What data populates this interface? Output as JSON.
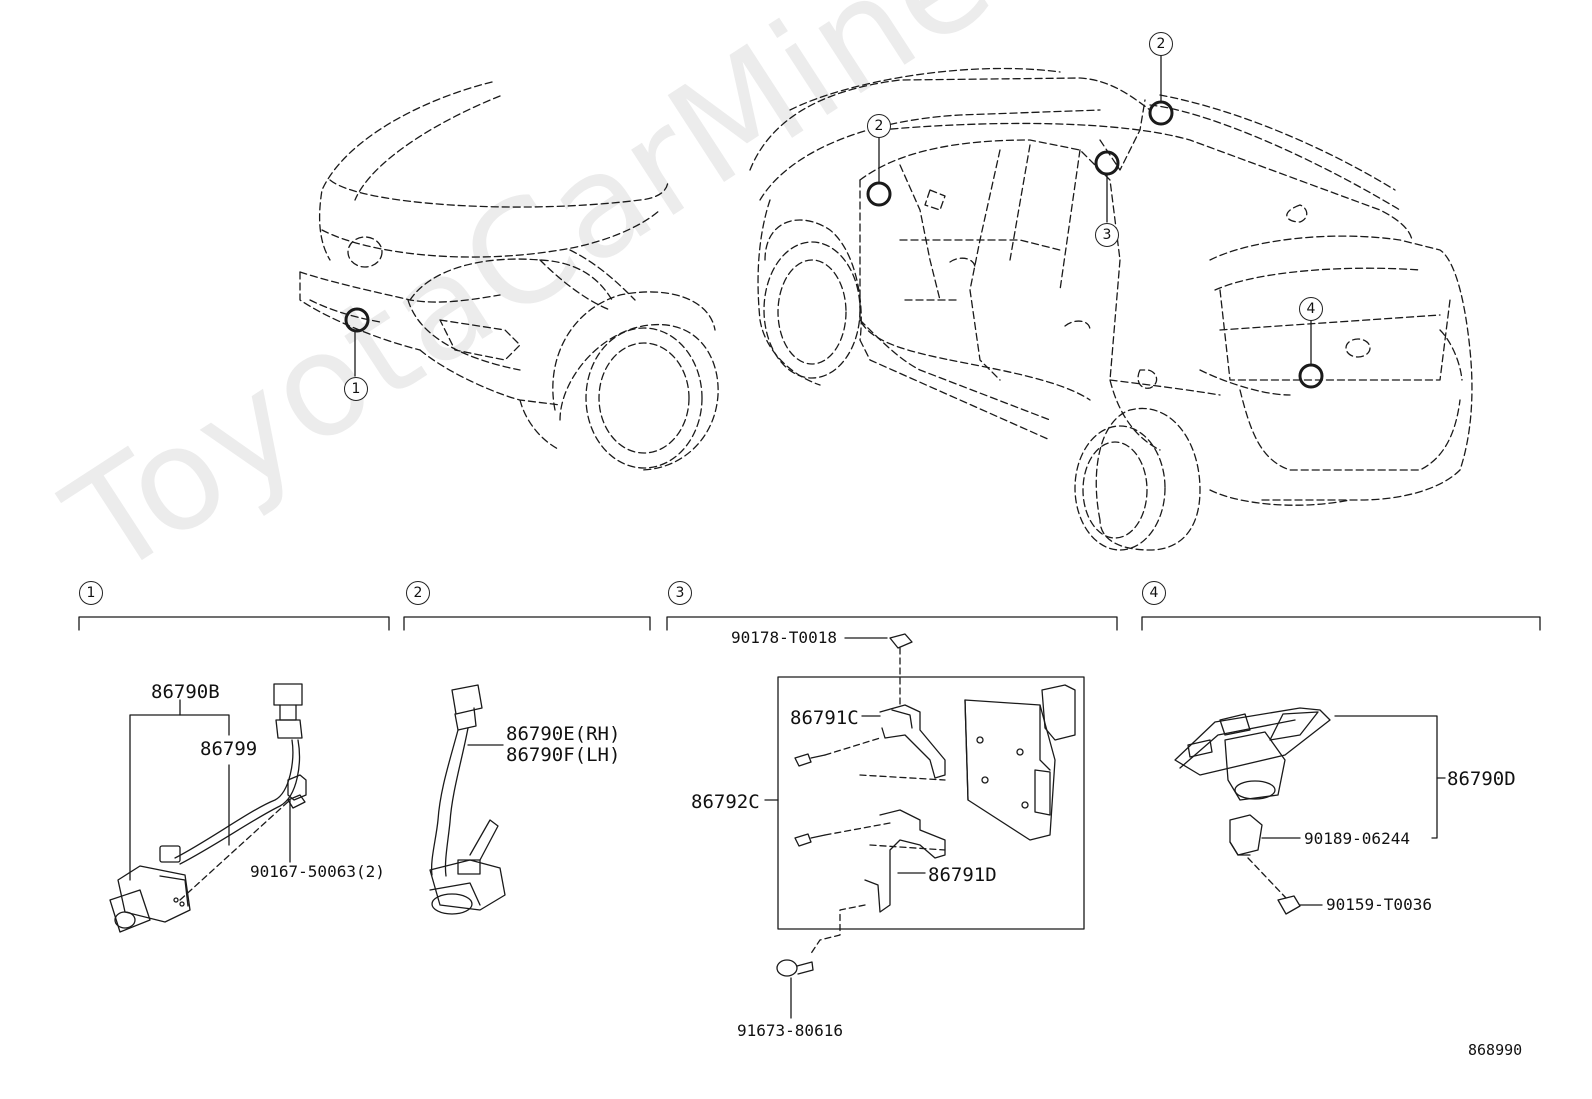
{
  "watermark": "ToyotaCarMine.ru",
  "diagram_id": "868990",
  "sections": [
    {
      "num": "1"
    },
    {
      "num": "2"
    },
    {
      "num": "3"
    },
    {
      "num": "4"
    }
  ],
  "callouts": {
    "front": "1",
    "pillar_left": "2",
    "roof_right": "2",
    "center": "3",
    "rear": "4"
  },
  "parts": {
    "p86790B": "86790B",
    "p86799": "86799",
    "p90167": "90167-50063(2)",
    "p86790E": "86790E(RH)",
    "p86790F": "86790F(LH)",
    "p90178": "90178-T0018",
    "p86791C": "86791C",
    "p86792C": "86792C",
    "p86791D": "86791D",
    "p91673": "91673-80616",
    "p86790D": "86790D",
    "p90189": "90189-06244",
    "p90159": "90159-T0036"
  }
}
